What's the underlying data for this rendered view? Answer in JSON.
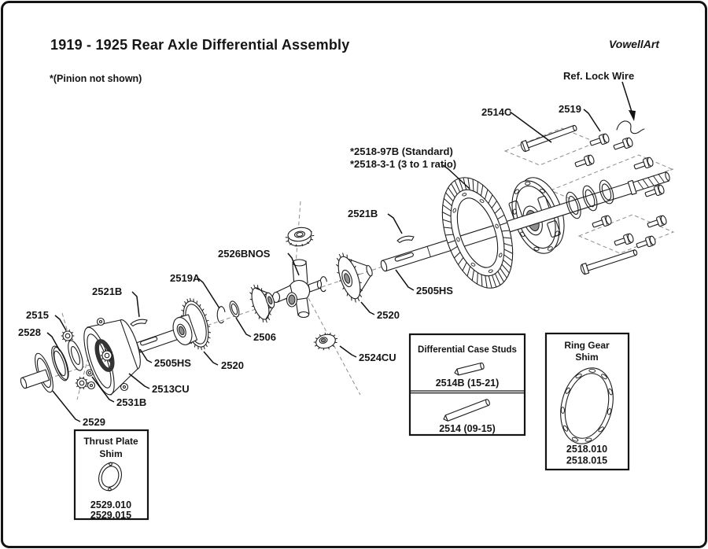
{
  "header": {
    "title": "1919 - 1925 Rear Axle Differential Assembly",
    "note": "*(Pinion not shown)",
    "credit": "VowellArt"
  },
  "callouts": {
    "ref_lock_wire": "Ref. Lock Wire",
    "stud_2514c": "2514C",
    "bolt_2519": "2519",
    "ring_gear_std": "*2518-97B (Standard)",
    "ring_gear_ratio": "*2518-3-1 (3 to 1 ratio)",
    "key_2521b_right": "2521B",
    "spider_2526bnos": "2526BNOS",
    "snap_ring_2519a": "2519A",
    "axle_2505hs_right": "2505HS",
    "key_2521b_left": "2521B",
    "nut_2515": "2515",
    "bevel_gear_2520_right": "2520",
    "washer_2528": "2528",
    "washer_2506": "2506",
    "axle_2505hs_left": "2505HS",
    "drum_gear_2520_left": "2520",
    "gear_2524cu": "2524CU",
    "case_2513cu": "2513CU",
    "washer_2531b": "2531B",
    "thrust_plate_2529": "2529"
  },
  "inset_boxes": {
    "thrust_plate_shim": {
      "title_line1": "Thrust Plate",
      "title_line2": "Shim",
      "part_numbers": [
        "2529.010",
        "2529.015"
      ]
    },
    "differential_case_studs": {
      "title": "Differential Case Studs",
      "stud_late": "2514B (15-21)",
      "stud_early": "2514 (09-15)"
    },
    "ring_gear_shim": {
      "title_line1": "Ring Gear",
      "title_line2": "Shim",
      "part_numbers": [
        "2518.010",
        "2518.015"
      ]
    }
  },
  "colors": {
    "ink": "#1c1c1c",
    "background": "#ffffff",
    "guide": "#8d8d8d"
  }
}
